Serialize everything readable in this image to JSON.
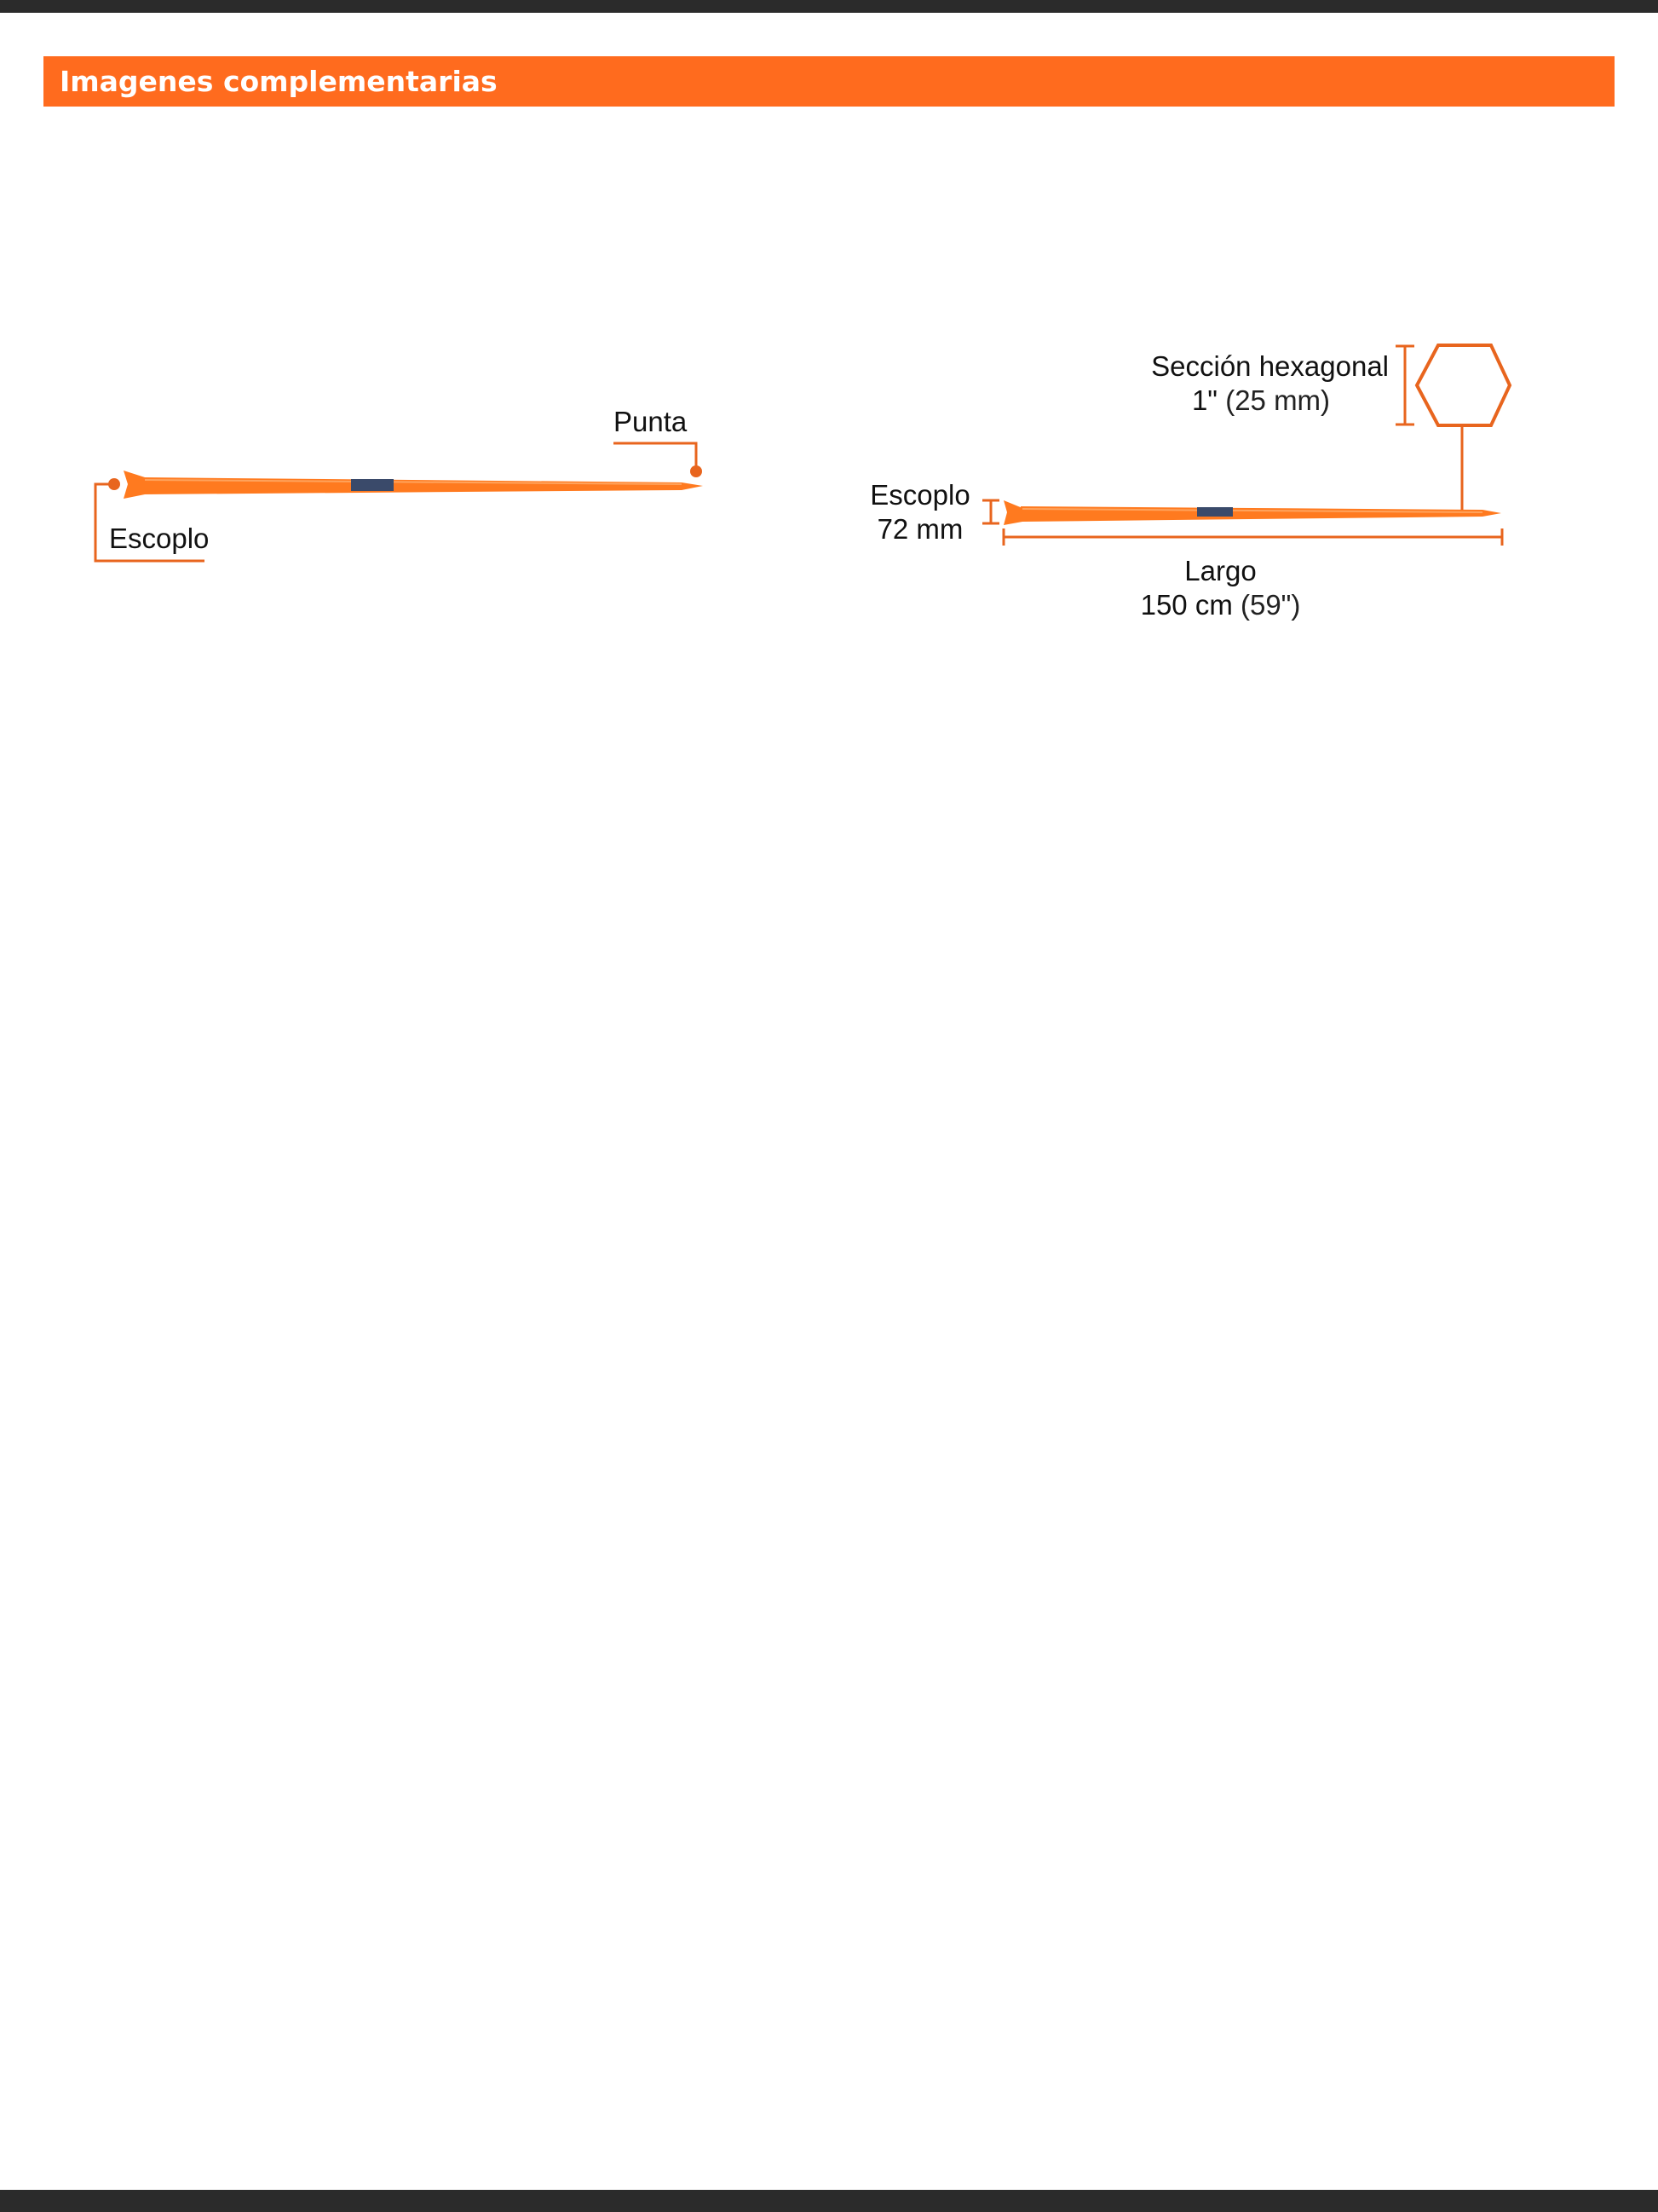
{
  "header": {
    "title": "Imagenes complementarias"
  },
  "figure_left": {
    "label_tip": "Punta",
    "label_chisel": "Escoplo"
  },
  "figure_right": {
    "hex_title": "Sección hexagonal",
    "hex_size_main": "1\"",
    "hex_size_alt": "(25 mm)",
    "chisel_title": "Escoplo",
    "chisel_size": "72 mm",
    "length_title": "Largo",
    "length_main": "150 cm",
    "length_alt": "(59\")"
  },
  "colors": {
    "accent": "#ff6b1e",
    "bar": "#2b2b2b",
    "text": "#111111"
  }
}
